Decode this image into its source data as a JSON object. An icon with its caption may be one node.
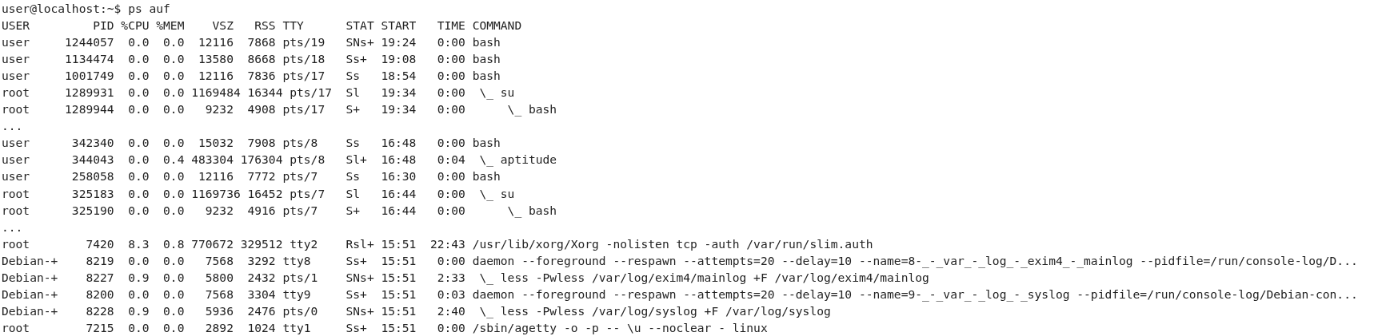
{
  "diagram": {
    "labels": [
      "user@localhost:~$ ps auf",
      "USER         PID %CPU %MEM    VSZ   RSS TTY      STAT START   TIME COMMAND",
      "user     1244057  0.0  0.0  12116  7868 pts/19   SNs+ 19:24   0:00 bash",
      "user     1134474  0.0  0.0  13580  8668 pts/18   Ss+  19:08   0:00 bash",
      "user     1001749  0.0  0.0  12116  7836 pts/17   Ss   18:54   0:00 bash",
      "root     1289931  0.0  0.0 1169484 16344 pts/17  Sl   19:34   0:00  \\_ su",
      "root     1289944  0.0  0.0   9232  4908 pts/17   S+   19:34   0:00      \\_ bash",
      "...",
      "user      342340  0.0  0.0  15032  7908 pts/8    Ss   16:48   0:00 bash",
      "user      344043  0.0  0.4 483304 176304 pts/8   Sl+  16:48   0:04  \\_ aptitude",
      "user      258058  0.0  0.0  12116  7772 pts/7    Ss   16:30   0:00 bash",
      "root      325183  0.0  0.0 1169736 16452 pts/7   Sl   16:44   0:00  \\_ su",
      "root      325190  0.0  0.0   9232  4916 pts/7    S+   16:44   0:00      \\_ bash",
      "...",
      "root        7420  8.3  0.8 770672 329512 tty2    Rsl+ 15:51  22:43 /usr/lib/xorg/Xorg -nolisten tcp -auth /var/run/slim.auth",
      "Debian-+    8219  0.0  0.0   7568  3292 tty8     Ss+  15:51   0:00 daemon --foreground --respawn --attempts=20 --delay=10 --name=8-_-_var_-_log_-_exim4_-_mainlog --pidfile=/run/console-log/D...",
      "Debian-+    8227  0.9  0.0   5800  2432 pts/1    SNs+ 15:51   2:33  \\_ less -Pwless /var/log/exim4/mainlog +F /var/log/exim4/mainlog",
      "Debian-+    8200  0.0  0.0   7568  3304 tty9     Ss+  15:51   0:03 daemon --foreground --respawn --attempts=20 --delay=10 --name=9-_-_var_-_log_-_syslog --pidfile=/run/console-log/Debian-con...",
      "Debian-+    8228  0.9  0.0   5936  2476 pts/0    SNs+ 15:51   2:40  \\_ less -Pwless /var/log/syslog +F /var/log/syslog",
      "root        7215  0.0  0.0   2892  1024 tty1     Ss+  15:51   0:00 /sbin/agetty -o -p -- \\u --noclear - linux"
    ]
  }
}
